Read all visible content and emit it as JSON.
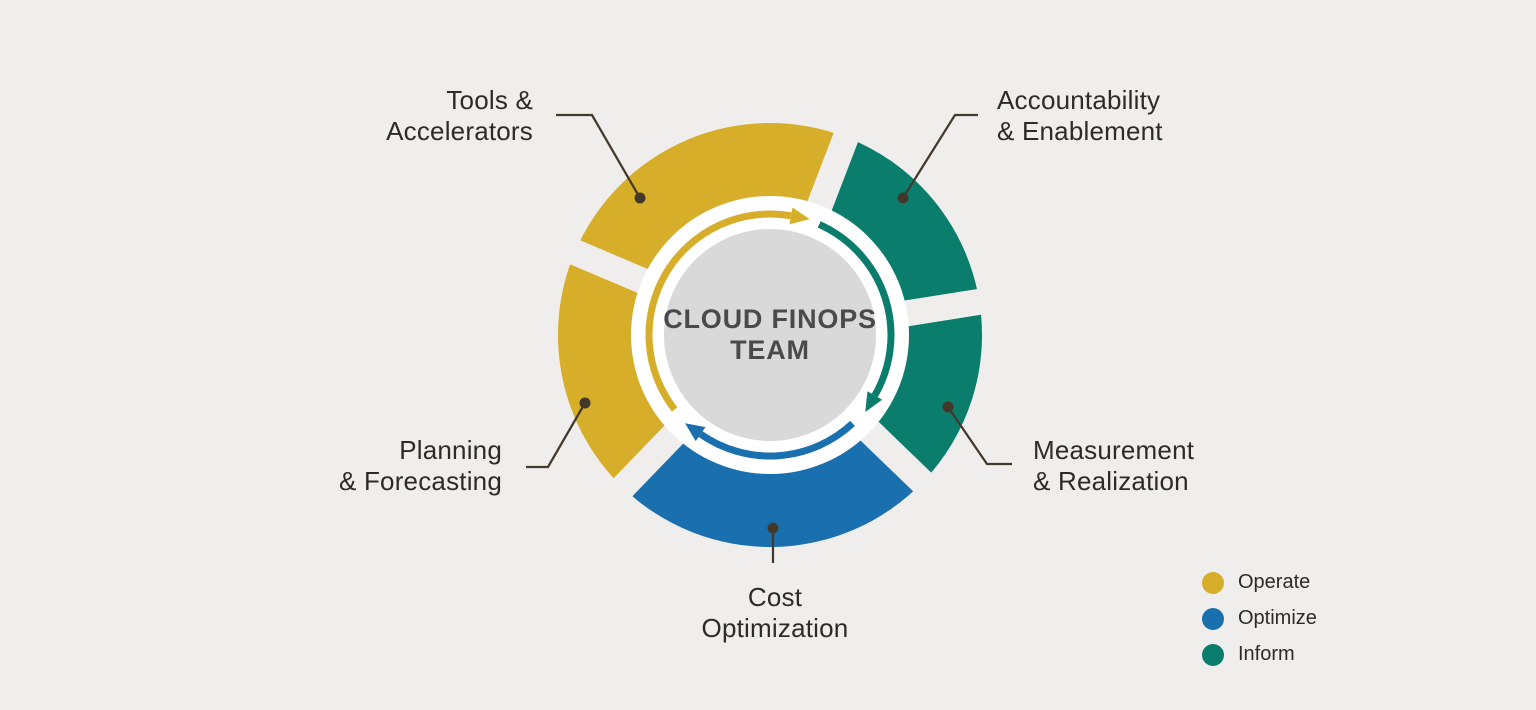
{
  "diagram": {
    "title_lines": [
      "CLOUD",
      "FINOPS TEAM"
    ],
    "segments": [
      {
        "name": "tools-accelerators",
        "label_lines": [
          "Tools &",
          "Accelerators"
        ],
        "category": "operate",
        "start_angle": 69,
        "end_angle": 157
      },
      {
        "name": "accountability-enablement",
        "label_lines": [
          "Accountability",
          "& Enablement"
        ],
        "category": "inform",
        "start_angle": 9,
        "end_angle": 69
      },
      {
        "name": "measurement-realization",
        "label_lines": [
          "Measurement",
          "& Realization"
        ],
        "category": "inform",
        "start_angle": -44,
        "end_angle": 9
      },
      {
        "name": "cost-optimization",
        "label_lines": [
          "Cost",
          "Optimization"
        ],
        "category": "optimize",
        "start_angle": -134,
        "end_angle": -44
      },
      {
        "name": "planning-forecasting",
        "label_lines": [
          "Planning",
          "& Forecasting"
        ],
        "category": "operate",
        "start_angle": 157,
        "end_angle": 226
      }
    ],
    "cycle_arrows": [
      {
        "category": "operate",
        "start_angle": 218,
        "end_angle": 80
      },
      {
        "category": "inform",
        "start_angle": 66,
        "end_angle": -30
      },
      {
        "category": "optimize",
        "start_angle": -47,
        "end_angle": -125
      }
    ]
  },
  "legend": {
    "items": [
      {
        "label": "Operate",
        "category": "operate"
      },
      {
        "label": "Optimize",
        "category": "optimize"
      },
      {
        "label": "Inform",
        "category": "inform"
      }
    ]
  },
  "colors": {
    "operate": "#D6AE2A",
    "optimize": "#1A6FAF",
    "inform": "#0A7D6C",
    "background": "#EFEEED",
    "ring": "#FFFFFF",
    "center_circle": "#D9D9D9",
    "center_text": "#4A4A4A",
    "label_text": "#2D2B27",
    "connector": "#43392A"
  }
}
